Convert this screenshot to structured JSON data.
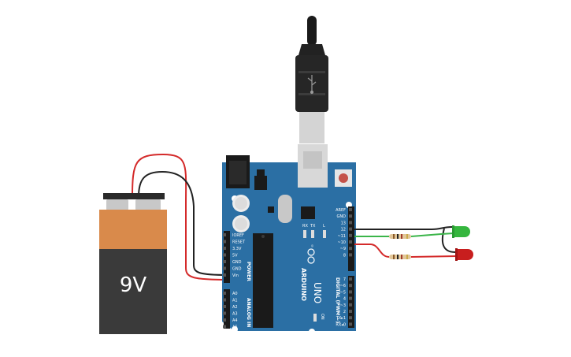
{
  "battery": {
    "voltage_label": "9V"
  },
  "arduino": {
    "brand": "ARDUINO",
    "model": "UNO",
    "on_label": "ON",
    "tx_label": "TX",
    "rx_label": "RX",
    "l_label": "L",
    "power_header": "POWER",
    "analog_header": "ANALOG IN",
    "digital_header": "DIGITAL (PWM ~)",
    "power_pins": [
      "IOREF",
      "RESET",
      "3.3V",
      "5V",
      "GND",
      "GND",
      "Vin"
    ],
    "analog_pins": [
      "A0",
      "A1",
      "A2",
      "A3",
      "A4",
      "A5"
    ],
    "digital_pins_top": [
      "AREF",
      "GND",
      "13",
      "12",
      "~11",
      "~10",
      "~9",
      "8"
    ],
    "digital_pins_bottom": [
      "7",
      "~6",
      "~5",
      "4",
      "~3",
      "2",
      "TX▸1",
      "RX◂0"
    ]
  },
  "colors": {
    "board": "#2b6fa4",
    "wire_red": "#d42a2a",
    "wire_black": "#222222",
    "wire_green": "#3bb54a",
    "led_green": "#35b63e",
    "led_red": "#c81e1e",
    "battery_top": "#d98a4b",
    "battery_body": "#3a3a3a"
  }
}
